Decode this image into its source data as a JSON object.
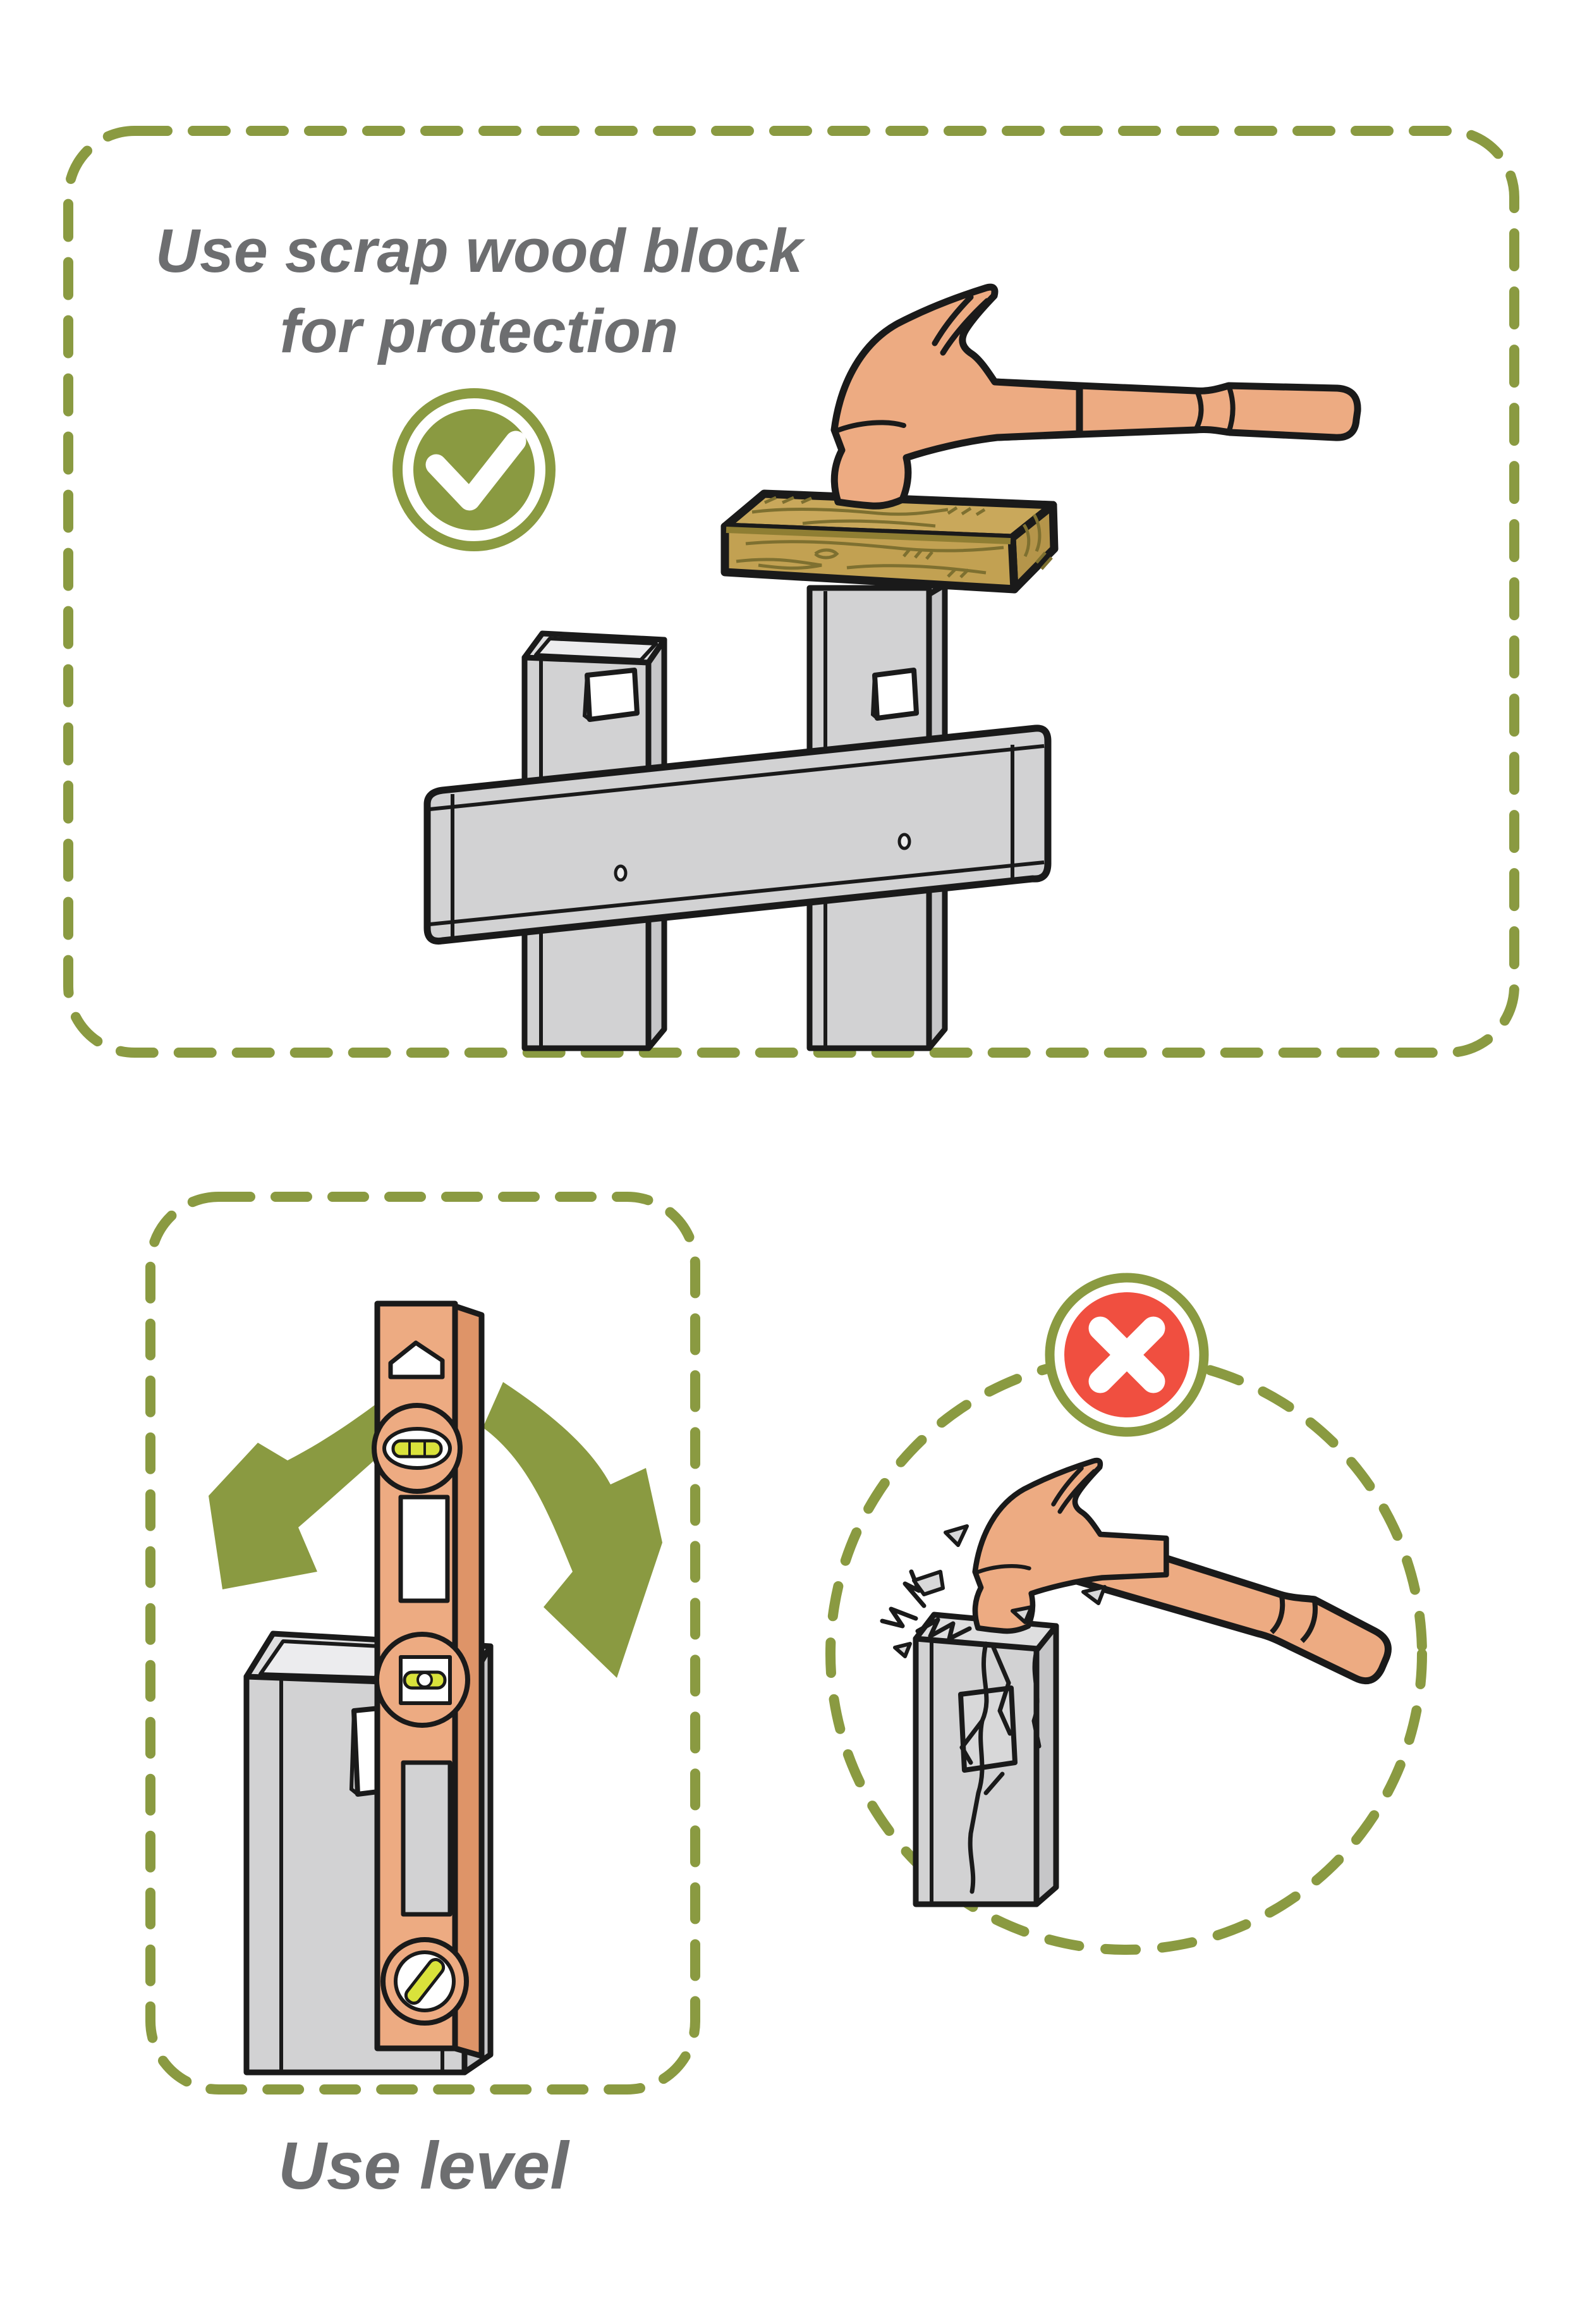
{
  "colors": {
    "accent_olive": "#8A9A41",
    "error_red": "#F04F40",
    "tool_peach": "#EDAB82",
    "tool_peach_shade": "#DE9468",
    "wood_tan_top": "#C9A85B",
    "wood_tan_front": "#C2A152",
    "wood_tan_side": "#B5954A",
    "metal_gray": "#D2D2D3",
    "metal_gray_side": "#C6C6C8",
    "text_gray": "#6D6E70",
    "vial_green": "#D9E23B"
  },
  "panels": {
    "scrap_block": {
      "caption_line1": "Use scrap wood block",
      "caption_line2": "for protection",
      "status_icon": "check-circle-icon"
    },
    "use_level": {
      "caption": "Use level"
    },
    "wrong_method": {
      "status_icon": "x-circle-icon"
    }
  }
}
